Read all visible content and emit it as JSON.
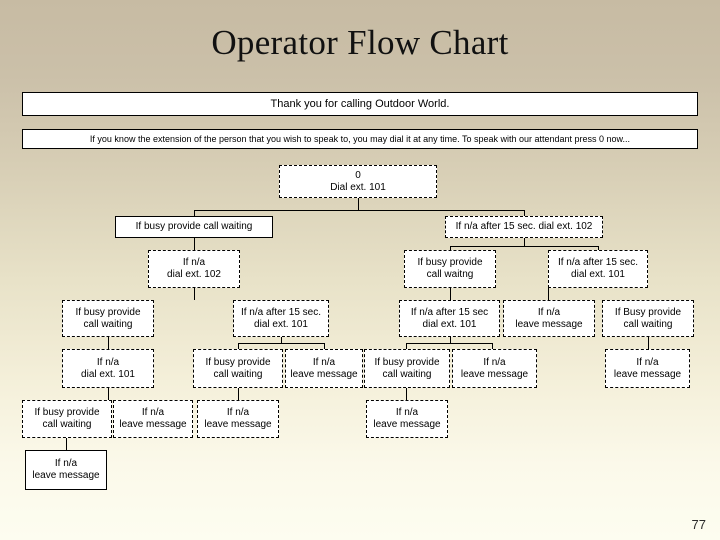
{
  "slide": {
    "title": "Operator Flow Chart",
    "page_number": "77",
    "background_top_color": "#c7bba3",
    "background_bottom_color": "#fdfdf0",
    "box_fill_color": "#ffffff",
    "line_color": "#000000"
  },
  "banners": [
    {
      "text": "Thank you for calling Outdoor World."
    },
    {
      "text": "If you know the extension of the person that you wish to speak to, you may dial it at any time. To speak with our attendant press 0 now..."
    }
  ],
  "nodes": [
    {
      "id": "root",
      "line1": "0",
      "line2": "Dial ext. 101"
    },
    {
      "id": "l1a",
      "line1": "If busy provide call waiting",
      "line2": ""
    },
    {
      "id": "l1b",
      "line1": "If n/a after 15 sec. dial ext. 102",
      "line2": ""
    },
    {
      "id": "l2a",
      "line1": "If n/a",
      "line2": "dial ext. 102"
    },
    {
      "id": "l2b",
      "line1": "If busy provide",
      "line2": "call waitng"
    },
    {
      "id": "l2c",
      "line1": "If n/a after 15 sec.",
      "line2": "dial ext. 101"
    },
    {
      "id": "l3a",
      "line1": "If busy provide",
      "line2": "call waiting"
    },
    {
      "id": "l3b",
      "line1": "If n/a after 15 sec.",
      "line2": "dial ext. 101"
    },
    {
      "id": "l3c",
      "line1": "If n/a after 15 sec",
      "line2": "dial ext. 101"
    },
    {
      "id": "l3d",
      "line1": "If n/a",
      "line2": "leave message"
    },
    {
      "id": "l3e",
      "line1": "If Busy provide",
      "line2": "call waiting"
    },
    {
      "id": "l4a",
      "line1": "If n/a",
      "line2": "dial ext. 101"
    },
    {
      "id": "l4b",
      "line1": "If busy provide",
      "line2": "call waiting"
    },
    {
      "id": "l4c",
      "line1": "If n/a",
      "line2": "leave message"
    },
    {
      "id": "l4d",
      "line1": "If busy provide",
      "line2": "call waiting"
    },
    {
      "id": "l4e",
      "line1": "If n/a",
      "line2": "leave message"
    },
    {
      "id": "l4f",
      "line1": "If n/a",
      "line2": "leave message"
    },
    {
      "id": "l5a",
      "line1": "If busy provide",
      "line2": "call waiting"
    },
    {
      "id": "l5b",
      "line1": "If n/a",
      "line2": "leave message"
    },
    {
      "id": "l5c",
      "line1": "If n/a",
      "line2": "leave message"
    },
    {
      "id": "l5d",
      "line1": "If n/a",
      "line2": "leave message"
    },
    {
      "id": "l6a",
      "line1": "If n/a",
      "line2": "leave message"
    }
  ]
}
